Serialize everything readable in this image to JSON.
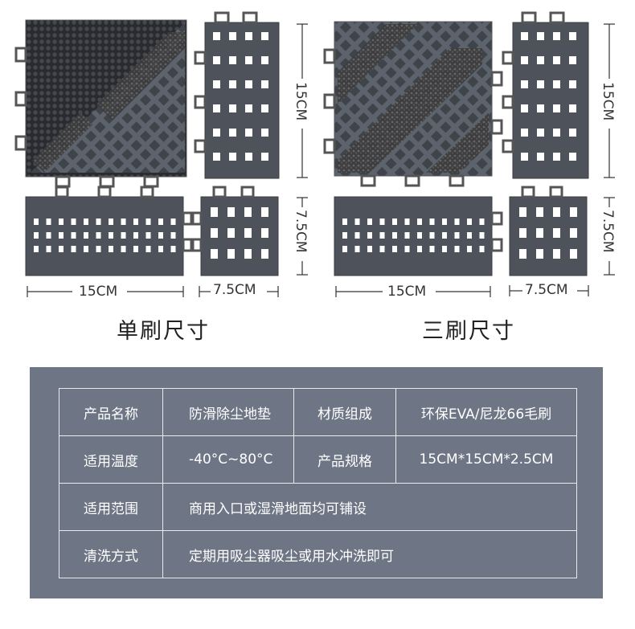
{
  "diagrams": {
    "left_caption": "单刷尺寸",
    "right_caption": "三刷尺寸",
    "dim_15cm": "15CM",
    "dim_7_5cm": "7.5CM",
    "colors": {
      "tile": "#4a4f57",
      "tile_light": "#5b616b",
      "brush": "#2b2b2b",
      "hole": "#ffffff"
    }
  },
  "spec": {
    "rows": [
      {
        "label1": "产品名称",
        "value1": "防滑除尘地垫",
        "label2": "材质组成",
        "value2": "环保EVA/尼龙66毛刷"
      },
      {
        "label1": "适用温度",
        "value1": "-40°C~80°C",
        "label2": "产品规格",
        "value2": "15CM*15CM*2.5CM"
      },
      {
        "label1": "适用范围",
        "value1": "商用入口或湿滑地面均可铺设"
      },
      {
        "label1": "清洗方式",
        "value1": "定期用吸尘器吸尘或用水冲洗即可"
      }
    ],
    "panel_color": "#6e7685"
  }
}
